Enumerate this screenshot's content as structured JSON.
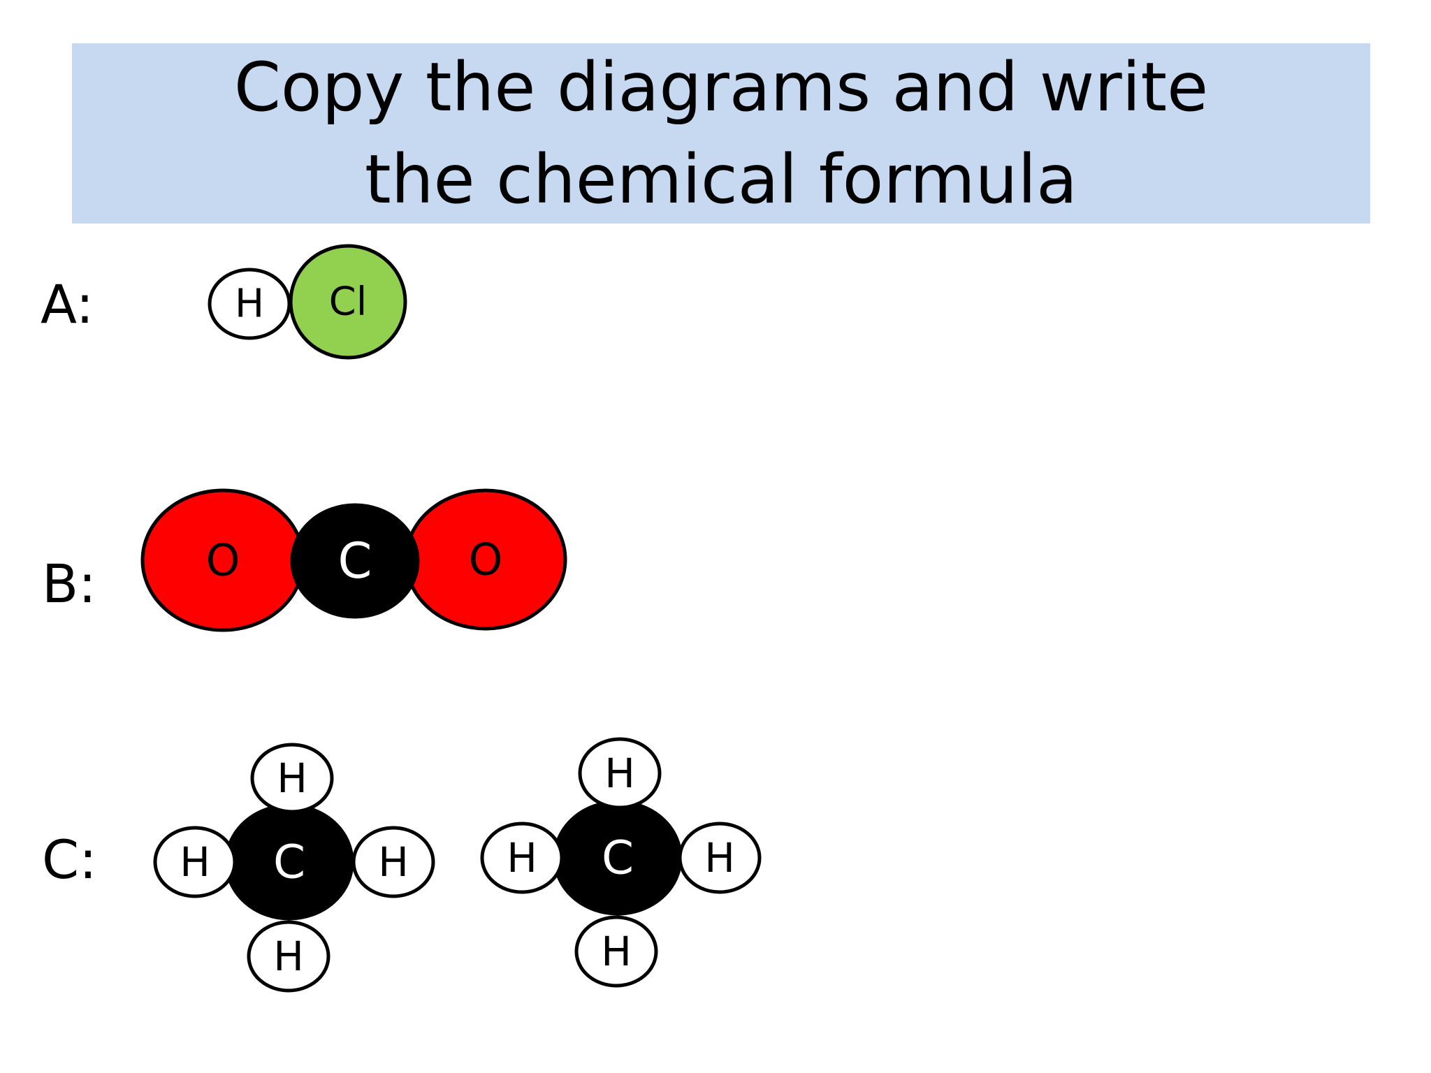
{
  "title": "Copy the diagrams and write the chemical formula",
  "rows": [
    {
      "label": "A:"
    },
    {
      "label": "B:"
    },
    {
      "label": "C:"
    }
  ],
  "atoms": {
    "H": {
      "symbol": "H",
      "fill": "#ffffff",
      "text_color": "#000000"
    },
    "Cl": {
      "symbol": "Cl",
      "fill": "#92d050",
      "text_color": "#000000"
    },
    "O": {
      "symbol": "O",
      "fill": "#ff0000",
      "text_color": "#000000"
    },
    "C": {
      "symbol": "C",
      "fill": "#000000",
      "text_color": "#ffffff"
    }
  },
  "molecules": {
    "A": [
      "H",
      "Cl"
    ],
    "B": [
      "O",
      "C",
      "O"
    ],
    "C1": [
      "C",
      "H",
      "H",
      "H",
      "H"
    ],
    "C2": [
      "C",
      "H",
      "H",
      "H",
      "H"
    ]
  },
  "colors": {
    "title_background": "#c6d9f1",
    "outline": "#000000"
  }
}
